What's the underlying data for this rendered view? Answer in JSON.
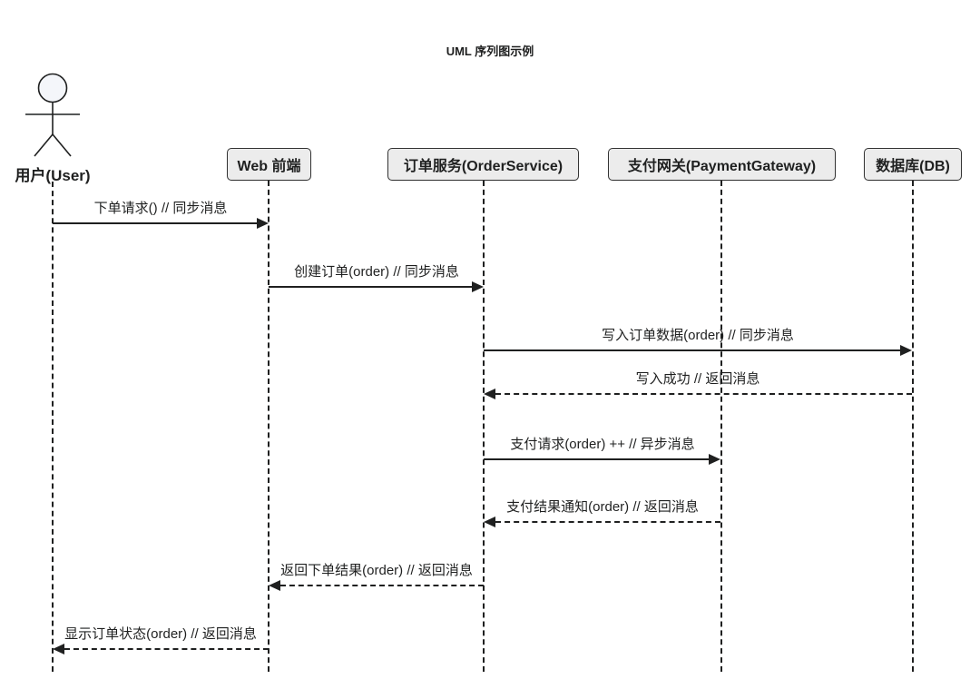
{
  "title": "UML 序列图示例",
  "actor": {
    "name": "用户(User)"
  },
  "participants": [
    {
      "name": "Web 前端"
    },
    {
      "name": "订单服务(OrderService)"
    },
    {
      "name": "支付网关(PaymentGateway)"
    },
    {
      "name": "数据库(DB)"
    }
  ],
  "messages": [
    {
      "from": "用户(User)",
      "to": "Web 前端",
      "label": "下单请求() // 同步消息",
      "line": "solid",
      "direction": "right"
    },
    {
      "from": "Web 前端",
      "to": "订单服务(OrderService)",
      "label": "创建订单(order) // 同步消息",
      "line": "solid",
      "direction": "right"
    },
    {
      "from": "订单服务(OrderService)",
      "to": "数据库(DB)",
      "label": "写入订单数据(order) // 同步消息",
      "line": "solid",
      "direction": "right"
    },
    {
      "from": "数据库(DB)",
      "to": "订单服务(OrderService)",
      "label": "写入成功 // 返回消息",
      "line": "dashed",
      "direction": "left"
    },
    {
      "from": "订单服务(OrderService)",
      "to": "支付网关(PaymentGateway)",
      "label": "支付请求(order) ++ // 异步消息",
      "line": "solid",
      "direction": "right"
    },
    {
      "from": "支付网关(PaymentGateway)",
      "to": "订单服务(OrderService)",
      "label": "支付结果通知(order) // 返回消息",
      "line": "dashed",
      "direction": "left"
    },
    {
      "from": "订单服务(OrderService)",
      "to": "Web 前端",
      "label": "返回下单结果(order) // 返回消息",
      "line": "dashed",
      "direction": "left"
    },
    {
      "from": "Web 前端",
      "to": "用户(User)",
      "label": "显示订单状态(order) // 返回消息",
      "line": "dashed",
      "direction": "left"
    }
  ],
  "colors": {
    "background": "#ffffff",
    "line": "#1f2020",
    "box_fill": "#ececec",
    "box_border": "#333333",
    "text": "#1f2020",
    "actor_head_fill": "#f4f6fa"
  }
}
